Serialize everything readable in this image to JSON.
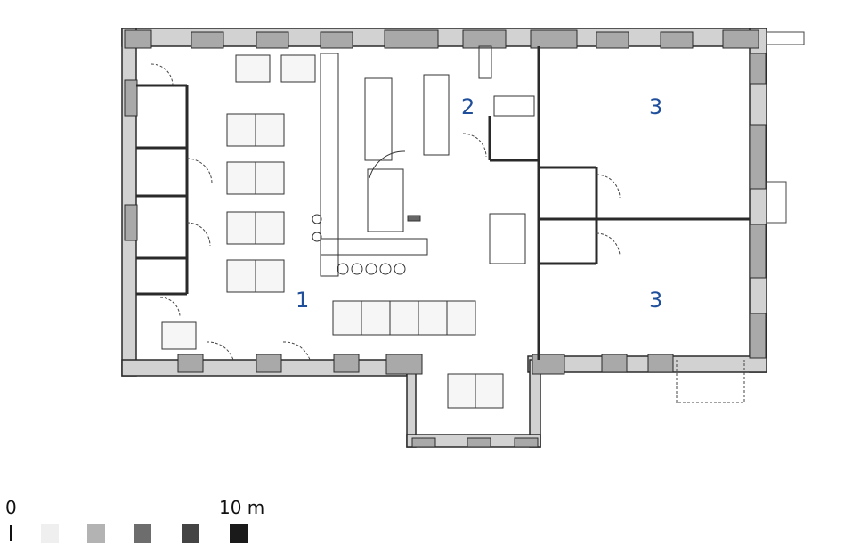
{
  "rooms": [
    {
      "id": "room-1",
      "label": "1"
    },
    {
      "id": "room-2",
      "label": "2"
    },
    {
      "id": "room-3-upper",
      "label": "3"
    },
    {
      "id": "room-3-lower",
      "label": "3"
    }
  ],
  "scale_bar": {
    "start_label": "0",
    "end_label": "10 m",
    "swatch_colors": [
      "#efefef",
      "#b3b3b3",
      "#6d6d6d",
      "#444444",
      "#1a1a1a"
    ]
  },
  "colors": {
    "wall_fill": "#c8c8c8",
    "wall_stroke": "#2a2a2a",
    "label": "#1f4e9a"
  }
}
